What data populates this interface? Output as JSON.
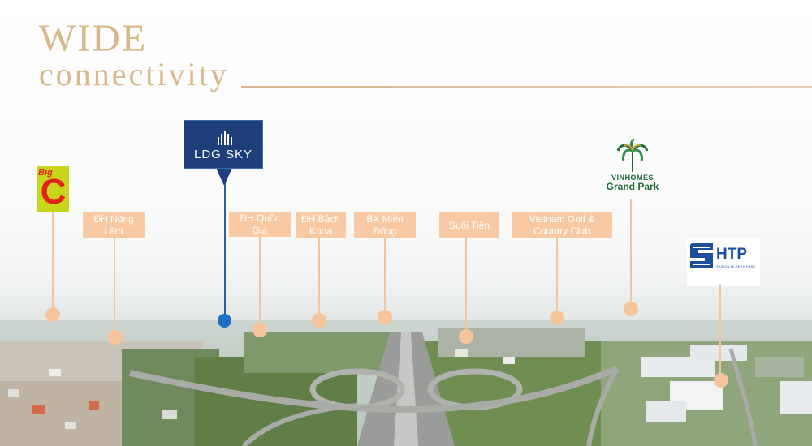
{
  "heading": {
    "line1": "WIDE",
    "line2": "connectivity"
  },
  "logos": {
    "bigc": {
      "big": "Big",
      "c": "C"
    },
    "ldg": {
      "text": "LDG SKY"
    },
    "vinhomes": {
      "word": "VINHOMES",
      "grand": "Grand Park"
    },
    "shtp": {
      "text": "HTP",
      "sub": "SAIGON HI-TECH PARK"
    }
  },
  "landmarks": [
    {
      "label": "ĐH Nông Lâm"
    },
    {
      "label": "ĐH Quốc Gia"
    },
    {
      "label": "ĐH Bách Khoa"
    },
    {
      "label": "BX Miền Đông"
    },
    {
      "label": "Suối Tiên"
    },
    {
      "label": "Vietnam Golf & Country Club"
    }
  ],
  "colors": {
    "gold": "#d7b88c",
    "peach": "#f6c49b",
    "ldg_blue": "#1e3f7a",
    "vinhomes_green": "#1c6b36",
    "shtp_blue": "#1b4f9c",
    "bigc_green": "#c8d51a",
    "bigc_red": "#e0221b"
  }
}
